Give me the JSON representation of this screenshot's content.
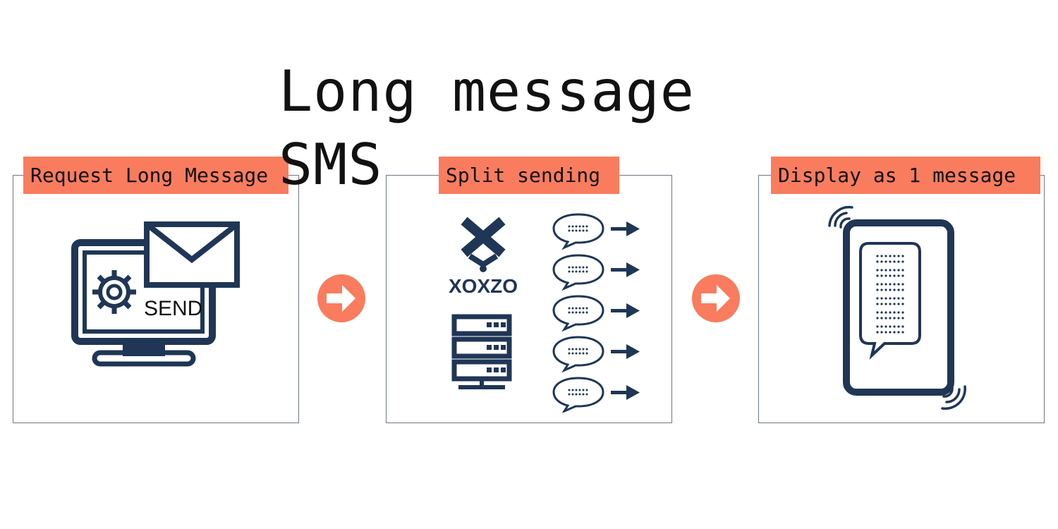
{
  "title": "Long message SMS",
  "steps": [
    {
      "label": "Request Long Message"
    },
    {
      "label": "Split sending"
    },
    {
      "label": "Display as 1 message"
    }
  ],
  "icons": {
    "computer_text": "SEND",
    "brand_text": "XOXZO"
  },
  "colors": {
    "accent": "#F97C5E",
    "icon": "#1F3656",
    "border": "#6F7785"
  }
}
